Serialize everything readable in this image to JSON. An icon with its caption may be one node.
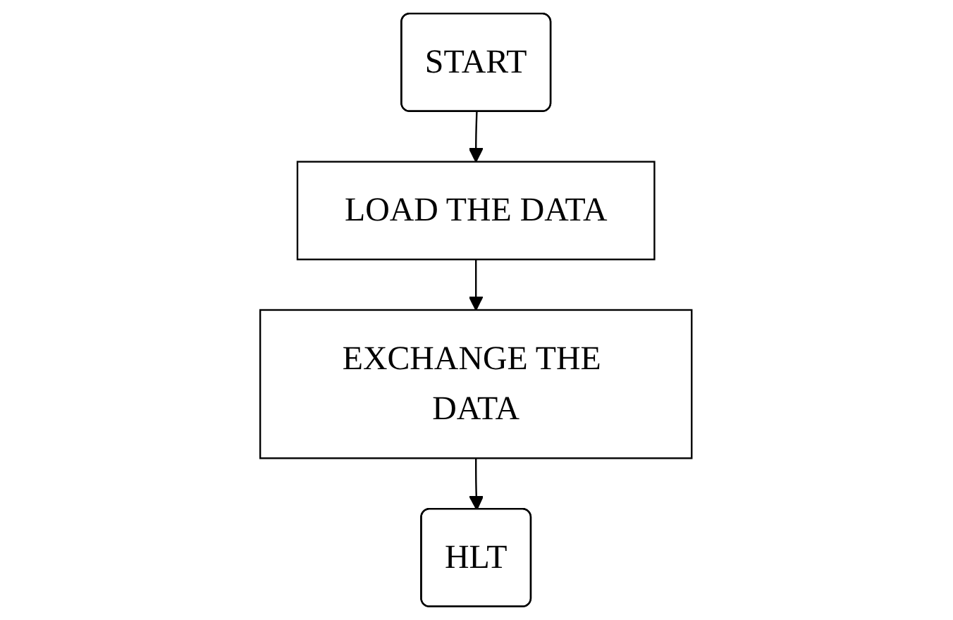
{
  "diagram": {
    "nodes": [
      {
        "text": [
          "START"
        ]
      },
      {
        "text": [
          "LOAD THE DATA"
        ]
      },
      {
        "text": [
          "EXCHANGE THE DATA"
        ]
      },
      {
        "text": [
          "HLT"
        ]
      }
    ],
    "edges": [
      {
        "from": 0,
        "to": 1,
        "arrow": "to"
      },
      {
        "from": 1,
        "to": 2,
        "arrow": "to"
      },
      {
        "from": 2,
        "to": 3,
        "arrow": "to"
      }
    ]
  }
}
